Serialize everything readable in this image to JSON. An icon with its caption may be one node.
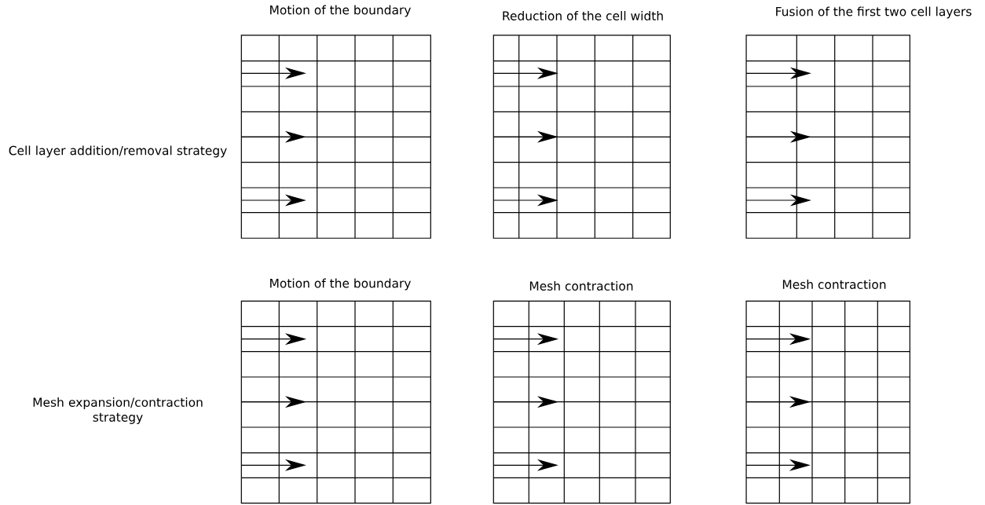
{
  "diagram": {
    "nodes": [
      {
        "text": [
          "Motion of the boundary"
        ]
      },
      {
        "text": [
          "Reduction of the cell width"
        ]
      },
      {
        "text": [
          "Fusion of the first two cell layers"
        ]
      },
      {
        "text": [
          "Motion of the boundary"
        ]
      },
      {
        "text": [
          "Mesh contraction"
        ]
      },
      {
        "text": [
          "Mesh contraction"
        ]
      }
    ],
    "labels": [
      "Cell layer addition/removal strategy",
      "Mesh expansion/contraction strategy"
    ]
  }
}
